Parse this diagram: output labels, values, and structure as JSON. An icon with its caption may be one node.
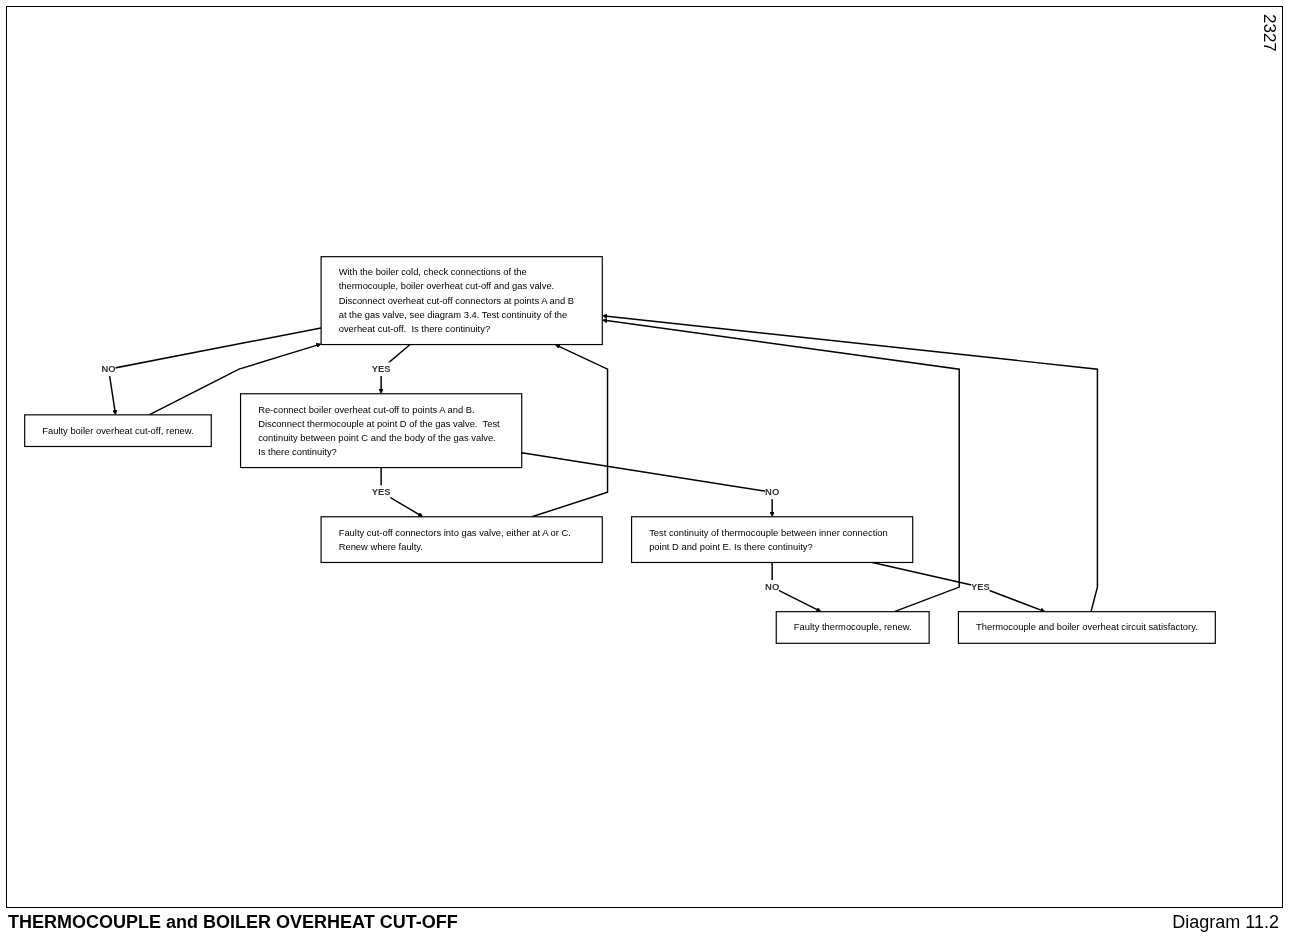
{
  "diagram": {
    "title": "THERMOCOUPLE and BOILER OVERHEAT CUT-OFF",
    "nodes": [
      {
        "text": [
          "With the boiler cold, check connections of the thermocouple, boiler overheat cut-off and gas valve. Disconnect overheat cut-off connectors at points A and B at the gas valve, see diagram 3.4. Test continuity of the overheat cut-off.  Is there continuity?"
        ]
      },
      {
        "text": [
          "Faulty boiler overheat cut-off, renew."
        ]
      },
      {
        "text": [
          "Re-connect boiler overheat cut-off to points A and B.  Disconnect thermocouple at point D of the gas valve.  Test continuity between point C and the body of the gas valve. Is there continuity?"
        ]
      },
      {
        "text": [
          "Faulty cut-off connectors into gas valve, either at A or C. Renew where faulty."
        ]
      },
      {
        "text": [
          "Test continuity of thermocouple between inner connection point D and point E. Is there continuity?"
        ]
      },
      {
        "text": [
          "Faulty thermocouple, renew."
        ]
      },
      {
        "text": [
          "Thermocouple and boiler overheat circuit satisfactory."
        ]
      }
    ],
    "edges": [
      {
        "from": 0,
        "to": 1,
        "arrow": "to",
        "label": "NO"
      },
      {
        "from": 0,
        "to": 2,
        "arrow": "to",
        "label": "YES"
      },
      {
        "from": 2,
        "to": 3,
        "arrow": "to",
        "label": "YES"
      },
      {
        "from": 2,
        "to": 4,
        "arrow": "to",
        "label": "NO"
      },
      {
        "from": 4,
        "to": 5,
        "arrow": "to",
        "label": "NO"
      },
      {
        "from": 4,
        "to": 6,
        "arrow": "to",
        "label": "YES"
      },
      {
        "from": 1,
        "to": 0,
        "arrow": "to"
      },
      {
        "from": 3,
        "to": 0,
        "arrow": "to"
      },
      {
        "from": 5,
        "to": 0,
        "arrow": "to"
      },
      {
        "from": 6,
        "to": 0,
        "arrow": "to"
      }
    ],
    "labels": [
      "2327",
      "Diagram 11.2"
    ]
  }
}
